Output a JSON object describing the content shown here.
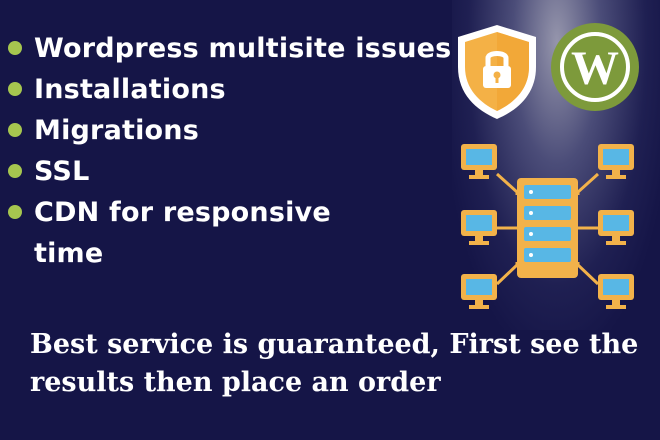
{
  "features": [
    {
      "text": "Wordpress multisite issues"
    },
    {
      "text": "Installations"
    },
    {
      "text": "Migrations"
    },
    {
      "text": "SSL"
    },
    {
      "text": "CDN for responsive",
      "text2": "time"
    }
  ],
  "tagline": {
    "line1": "Best service is guaranteed, First see the",
    "line2": "results then place an order"
  },
  "logo_letter": "W",
  "colors": {
    "background": "#151547",
    "bullet": "#a6c64f",
    "shield": "#f4b146",
    "wordpress": "#7d9a3b",
    "device": "#f2b24a",
    "screen": "#58b7e5"
  },
  "icons": [
    "shield-lock-icon",
    "wordpress-logo-icon",
    "server-network-icon"
  ]
}
